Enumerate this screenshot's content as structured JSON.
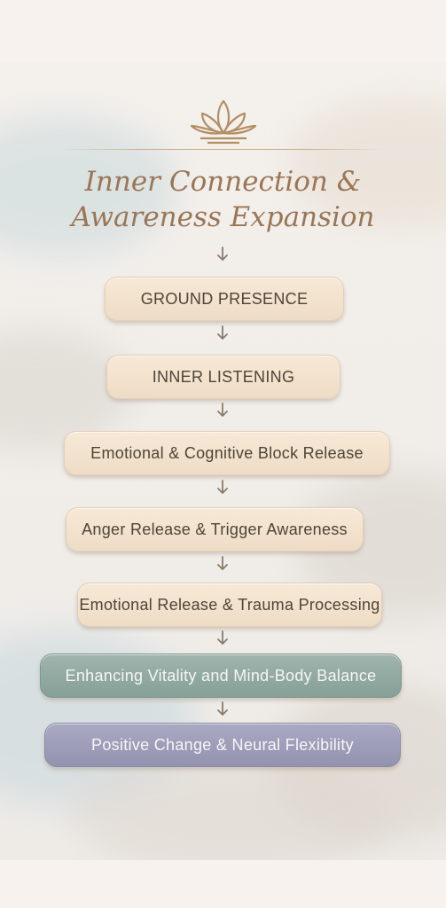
{
  "title": {
    "line1": "Inner Connection &",
    "line2": "Awareness Expansion"
  },
  "icons": {
    "top": "lotus-icon",
    "connector": "arrow-down-icon"
  },
  "colors": {
    "title": "#9a7656",
    "beige_box": "#f1e0ca",
    "teal_box": "#92aaa2",
    "lavender_box": "#9e9eba",
    "arrow": "#8a7a68"
  },
  "steps": [
    {
      "label": "GROUND PRESENCE",
      "style": "beige"
    },
    {
      "label": "INNER LISTENING",
      "style": "beige"
    },
    {
      "label": "Emotional & Cognitive Block Release",
      "style": "beige"
    },
    {
      "label": "Anger Release & Trigger Awareness",
      "style": "beige"
    },
    {
      "label": "Emotional Release & Trauma Processing",
      "style": "beige"
    },
    {
      "label": "Enhancing Vitality and Mind-Body Balance",
      "style": "teal"
    },
    {
      "label": "Positive Change & Neural Flexibility",
      "style": "lavender"
    }
  ]
}
